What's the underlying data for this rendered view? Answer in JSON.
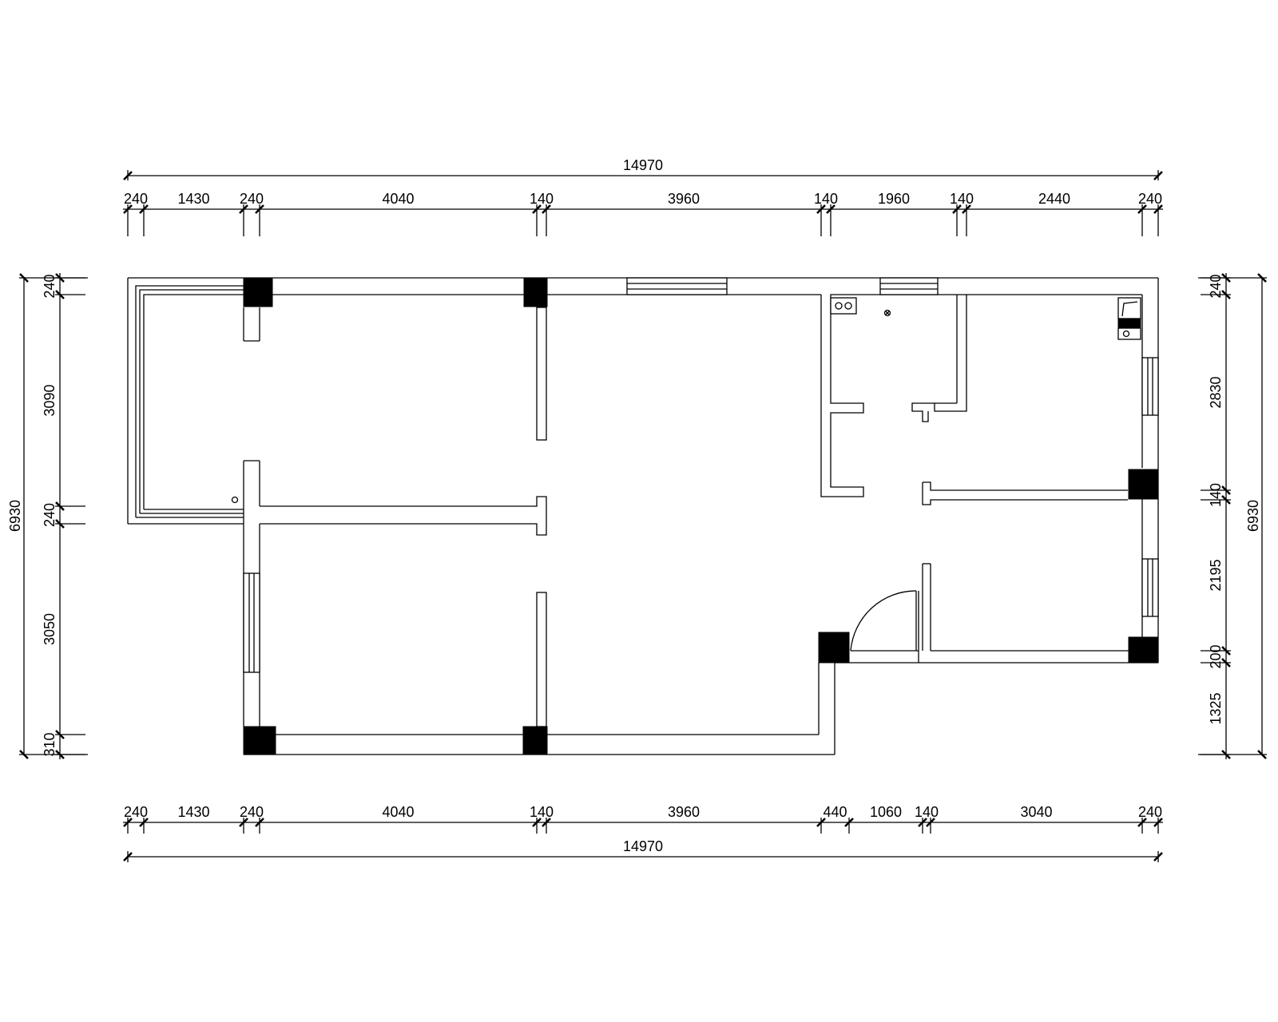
{
  "top_overall": "14970",
  "top_segments": [
    "240",
    "1430",
    "240",
    "4040",
    "140",
    "3960",
    "140",
    "1960",
    "140",
    "2440",
    "240"
  ],
  "bottom_segments": [
    "240",
    "1430",
    "240",
    "4040",
    "140",
    "3960",
    "440",
    "1060",
    "140",
    "3040",
    "240"
  ],
  "bottom_overall": "14970",
  "left_segments": [
    "240",
    "3090",
    "240",
    "3050",
    "310"
  ],
  "left_overall": "6930",
  "right_segments": [
    "240",
    "2830",
    "140",
    "2195",
    "200",
    "1325"
  ],
  "right_overall": "6930",
  "colors": {
    "line": "#000000",
    "background": "#ffffff"
  }
}
